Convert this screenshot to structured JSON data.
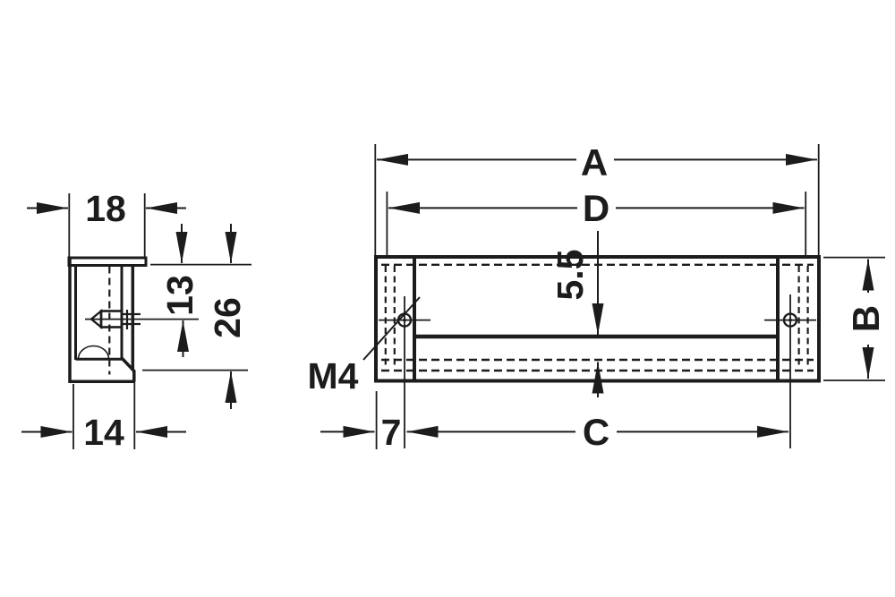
{
  "colors": {
    "ink": "#1c1c1c",
    "background": "#ffffff"
  },
  "side_view": {
    "lip_depth": "18",
    "hole_to_top": "13",
    "overall_height": "26",
    "bottom_depth": "14"
  },
  "front_view": {
    "overall_length": "A",
    "recess_length": "D",
    "height": "B",
    "hole_spacing": "C",
    "hole_edge_offset": "7",
    "rail_inset": "5.5",
    "thread": "M4"
  }
}
